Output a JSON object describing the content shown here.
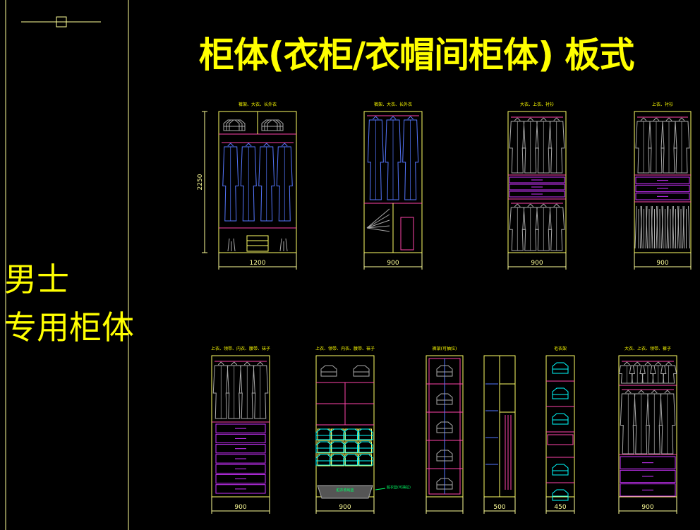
{
  "drawing": {
    "title": "柜体(衣柜/衣帽间柜体) 板式",
    "side_label_line1": "男士",
    "side_label_line2": "专用柜体"
  },
  "colors": {
    "background": "#000000",
    "frame": "#ffff99",
    "title": "#ffff00",
    "panel": "#ffff66",
    "hanging": "#5577ff",
    "garment_alt": "#aaaaaa",
    "shelf": "#ff44aa",
    "drawer": "#cc33ff",
    "folded": "#00ffff",
    "note": "#00ff66"
  },
  "units": [
    {
      "id": "unit-1",
      "width_label": "1200",
      "height_label": "2250",
      "caption": "裤架、大衣、长外衣"
    },
    {
      "id": "unit-2",
      "width_label": "900",
      "caption": "裤架、大衣、长外衣"
    },
    {
      "id": "unit-3",
      "width_label": "900",
      "caption": "大衣、上衣、衬衫"
    },
    {
      "id": "unit-4",
      "width_label": "900",
      "caption": "上衣、衬衫"
    },
    {
      "id": "unit-5",
      "width_label": "900",
      "caption": "上衣、领带、内衣、腰带、袜子"
    },
    {
      "id": "unit-6",
      "width_label": "900",
      "caption": "上衣、领带、内衣、腰带、袜子",
      "basket_label": "脏衣收纳篮",
      "note": "脏衣篮(可抽拉)"
    },
    {
      "id": "unit-7",
      "width_label": "",
      "caption": "裤架(可抽拉)"
    },
    {
      "id": "unit-8",
      "width_label": "500",
      "caption": ""
    },
    {
      "id": "unit-9",
      "width_label": "450",
      "caption": "毛衣架"
    },
    {
      "id": "unit-10",
      "width_label": "900",
      "caption": "大衣、上衣、领带、裤子"
    }
  ]
}
